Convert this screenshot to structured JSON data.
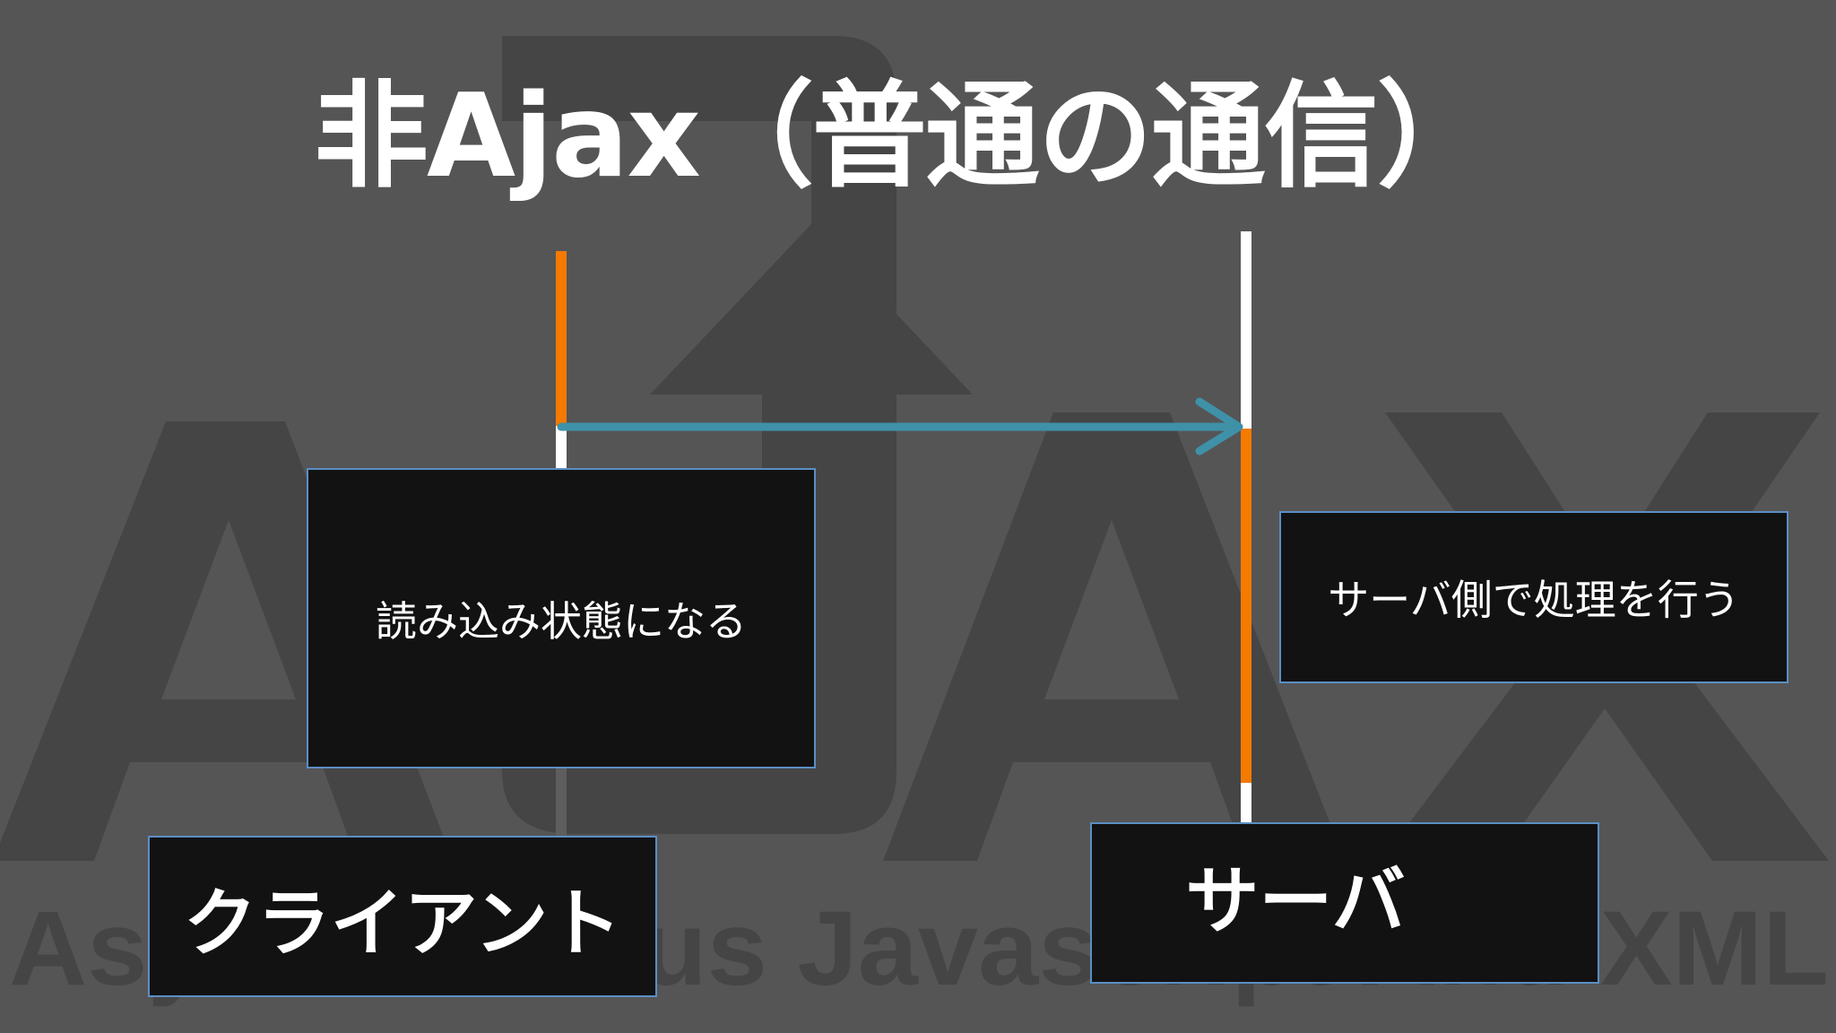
{
  "slide": {
    "title": "非Ajax（普通の通信）"
  },
  "watermark": {
    "logo_text": "AJAX",
    "subtitle": "Asynchronous Javascript And XML"
  },
  "notes": {
    "client": "読み込み状態になる",
    "server": "サーバ側で処理を行う"
  },
  "actors": {
    "client": "クライアント",
    "server": "サーバ"
  },
  "colors": {
    "background": "#555556",
    "active_bar": "#f47a00",
    "arrow": "#3f91a8",
    "box_border": "#5b8fc4",
    "box_fill": "#121213"
  }
}
